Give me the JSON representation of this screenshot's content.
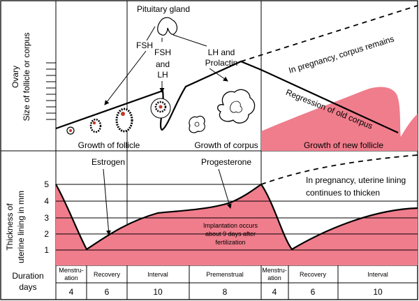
{
  "pituitary": {
    "title": "Pituitary gland",
    "fsh": "FSH",
    "fsh_lh": [
      "FSH",
      "and",
      "LH"
    ],
    "lh_prolactin": [
      "LH and",
      "Prolactin"
    ]
  },
  "ovary": {
    "axis_label": [
      "Ovary",
      "Size of follicle or corpus"
    ],
    "pregnancy_note": "In pregnancy, corpus remains",
    "regression_note": "Regression of old corpus",
    "growth_follicle": "Growth of follicle",
    "growth_corpus": "Growth of corpus",
    "growth_new_follicle": "Growth of new follicle"
  },
  "uterus": {
    "axis_label": [
      "Thickness of",
      "uterine lining in mm"
    ],
    "ticks": [
      "5",
      "4",
      "3",
      "2",
      "1"
    ],
    "estrogen": "Estrogen",
    "progesterone": "Progesterone",
    "pregnancy_note": [
      "In pregnancy, uterine  lining",
      "continues to thicken"
    ],
    "implantation_note": [
      "Implantation occurs",
      "about 9 days after",
      "fertilization"
    ]
  },
  "phases": {
    "row_label": [
      "Duration",
      "days"
    ],
    "items": [
      {
        "name": [
          "Menstru-",
          "ation"
        ],
        "days": "4"
      },
      {
        "name": [
          "Recovery"
        ],
        "days": "6"
      },
      {
        "name": [
          "Interval"
        ],
        "days": "10"
      },
      {
        "name": [
          "Premenstrual"
        ],
        "days": "8"
      },
      {
        "name": [
          "Menstru-",
          "ation"
        ],
        "days": "4"
      },
      {
        "name": [
          "Recovery"
        ],
        "days": "6"
      },
      {
        "name": [
          "Interval"
        ],
        "days": "10"
      }
    ]
  },
  "colors": {
    "fill": "#f07d8c",
    "line": "#000000",
    "background": "#ffffff"
  }
}
